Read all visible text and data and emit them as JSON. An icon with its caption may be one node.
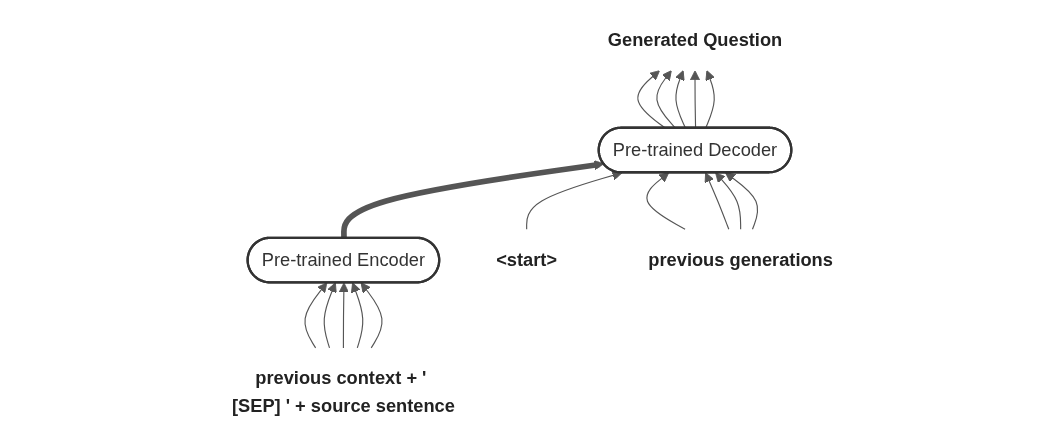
{
  "diagram": {
    "nodes": [
      {
        "text": [
          "Generated Question"
        ]
      },
      {
        "text": [
          "Pre-trained Encoder"
        ]
      },
      {
        "text": [
          "Pre-trained Decoder"
        ]
      },
      {
        "text": [
          "previous context + ' [SEP] ' + source sentence"
        ]
      },
      {
        "text": [
          "<start>"
        ]
      },
      {
        "text": [
          "previous generations"
        ]
      }
    ],
    "edges": [
      {
        "from": 3,
        "to": 1,
        "arrow": "to"
      },
      {
        "from": 3,
        "to": 1,
        "arrow": "to"
      },
      {
        "from": 3,
        "to": 1,
        "arrow": "to"
      },
      {
        "from": 3,
        "to": 1,
        "arrow": "to"
      },
      {
        "from": 3,
        "to": 1,
        "arrow": "to"
      },
      {
        "from": 1,
        "to": 2,
        "arrow": "to",
        "style": "thick"
      },
      {
        "from": 4,
        "to": 2,
        "arrow": "to"
      },
      {
        "from": 5,
        "to": 2,
        "arrow": "to"
      },
      {
        "from": 5,
        "to": 2,
        "arrow": "to"
      },
      {
        "from": 5,
        "to": 2,
        "arrow": "to"
      },
      {
        "from": 5,
        "to": 2,
        "arrow": "to"
      },
      {
        "from": 2,
        "to": 0,
        "arrow": "to"
      },
      {
        "from": 2,
        "to": 0,
        "arrow": "to"
      },
      {
        "from": 2,
        "to": 0,
        "arrow": "to"
      },
      {
        "from": 2,
        "to": 0,
        "arrow": "to"
      },
      {
        "from": 2,
        "to": 0,
        "arrow": "to"
      }
    ]
  }
}
